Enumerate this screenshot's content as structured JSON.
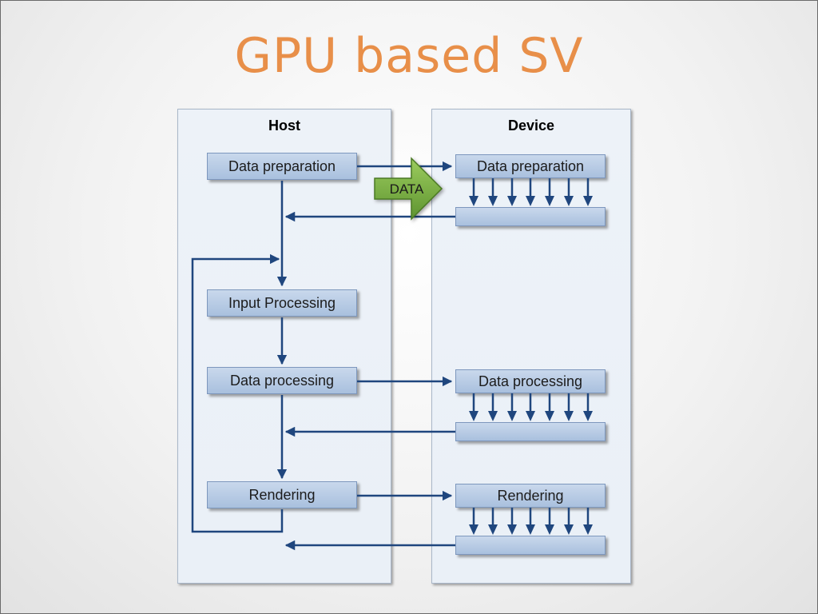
{
  "slide": {
    "title": "GPU based SV"
  },
  "host": {
    "label": "Host",
    "steps": [
      "Data preparation",
      "Input Processing",
      "Data processing",
      "Rendering"
    ]
  },
  "device": {
    "label": "Device",
    "steps": [
      "Data preparation",
      "Data processing",
      "Rendering"
    ]
  },
  "transfer": {
    "label": "DATA"
  },
  "colors": {
    "title": "#e88f49",
    "arrow": "#1f467e",
    "box_fill": "#b8cce6",
    "panel_fill": "#edf2f8",
    "data_arrow": "#6fa03c"
  }
}
